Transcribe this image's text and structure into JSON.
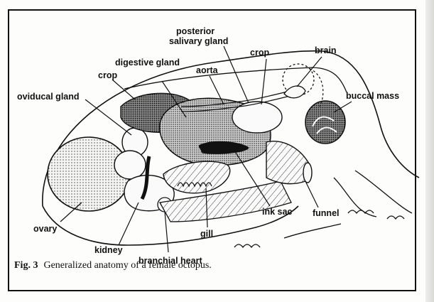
{
  "labels": {
    "posterior_salivary_gland_1": "posterior",
    "posterior_salivary_gland_2": "salivary gland",
    "brain": "brain",
    "crop_upper": "crop",
    "digestive_gland": "digestive gland",
    "aorta": "aorta",
    "crop_left": "crop",
    "buccal_mass": "buccal mass",
    "oviducal_gland": "oviducal gland",
    "ovary": "ovary",
    "kidney": "kidney",
    "branchial_heart": "branchial heart",
    "gill": "gill",
    "ink_sac": "ink sac",
    "funnel": "funnel"
  },
  "caption": {
    "fig_label": "Fig. 3",
    "text": "Generalized anatomy of a female octopus."
  }
}
